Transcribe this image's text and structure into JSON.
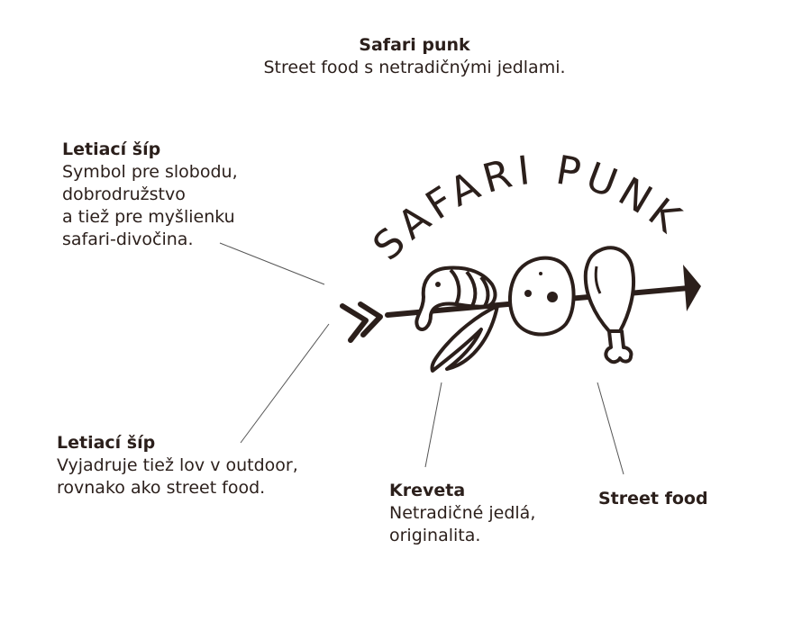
{
  "header": {
    "title": "Safari punk",
    "subtitle": "Street food s netradičnými jedlami."
  },
  "logo": {
    "text": "SAFARI PUNK"
  },
  "notes": [
    {
      "title": "Letiací šíp",
      "lines": [
        "Symbol pre slobodu,",
        "dobrodružstvo",
        "a tiež pre myšlienku",
        "safari-divočina."
      ]
    },
    {
      "title": "Letiací šíp",
      "lines": [
        "Vyjadruje tiež lov v outdoor,",
        "rovnako ako street food."
      ]
    },
    {
      "title": "Kreveta",
      "lines": [
        "Netradičné jedlá,",
        "originalita."
      ]
    },
    {
      "title": "Street food",
      "lines": []
    }
  ],
  "colors": {
    "ink": "#2b1f1b",
    "leader": "#555555",
    "background": "#ffffff"
  }
}
